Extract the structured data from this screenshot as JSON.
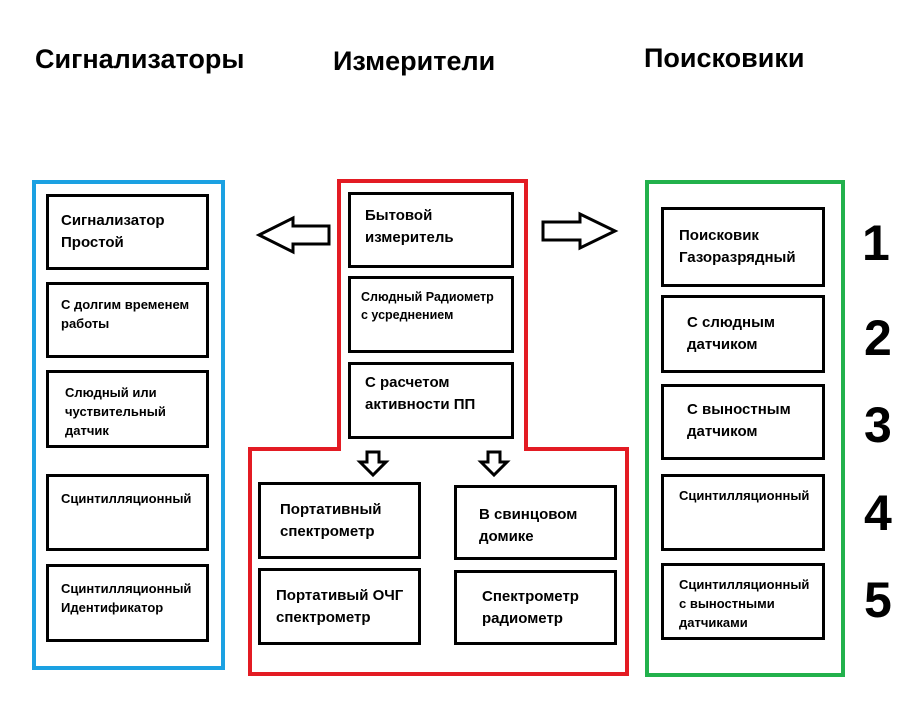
{
  "headings": {
    "left": "Сигнализаторы",
    "center": "Измерители",
    "right": "Поисковики"
  },
  "signalers": [
    "Сигнализатор Простой",
    "С долгим временем работы",
    "Слюдный или чуствительный датчик",
    "Сцинтилляционный",
    "Сцинтилляционный Идентификатор"
  ],
  "meters": [
    "Бытовой измеритель",
    "Слюдный Радиометр с усреднением",
    "С расчетом активности ПП"
  ],
  "spectrometers": [
    "Портативный спектрометр",
    "В свинцовом домике",
    "Портативый ОЧГ спектрометр",
    "Спектрометр радиометр"
  ],
  "searchers": [
    "Поисковик Газоразрядный",
    "С слюдным датчиком",
    "С выностным датчиком",
    "Сцинтилляционный",
    "Сцинтилляционный с выностными датчиками"
  ],
  "numbers": [
    "1",
    "2",
    "3",
    "4",
    "5"
  ],
  "colors": {
    "signalers_frame": "#1ba1e2",
    "meters_frame": "#e31b23",
    "searchers_frame": "#22b14c"
  }
}
